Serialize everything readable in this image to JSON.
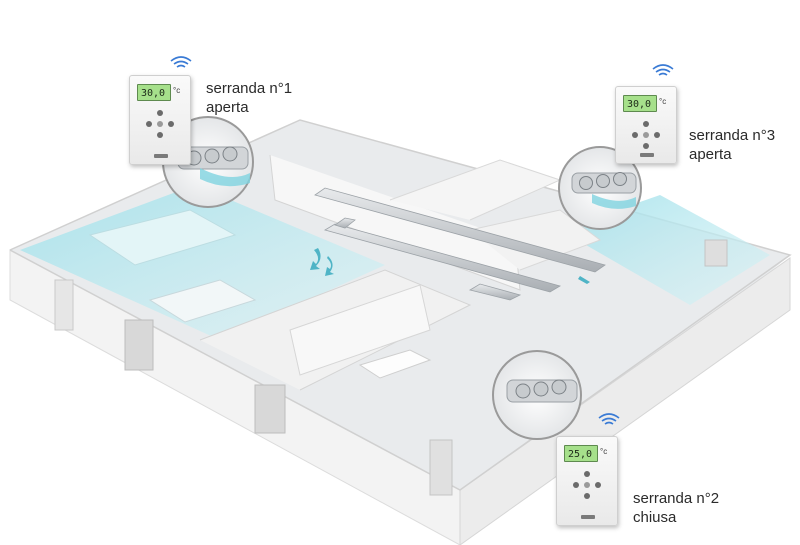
{
  "dampers": [
    {
      "name": "serranda n°1",
      "state": "aperta",
      "display": "30,0",
      "airflow": "on"
    },
    {
      "name": "serranda n°3",
      "state": "aperta",
      "display": "30,0",
      "airflow": "on"
    },
    {
      "name": "serranda n°2",
      "state": "chiusa",
      "display": "25,0",
      "airflow": "off"
    }
  ],
  "colors": {
    "air": "#7fd3e0",
    "wall": "#f4f4f4",
    "floor": "#e6e8ea",
    "duct": "#c9cdd1",
    "display": "#a6e08b"
  },
  "icons": {
    "wireless": "wifi-icon",
    "temperature_unit": "degree-celsius-icon",
    "airflow": "airflow-arrow-icon"
  }
}
